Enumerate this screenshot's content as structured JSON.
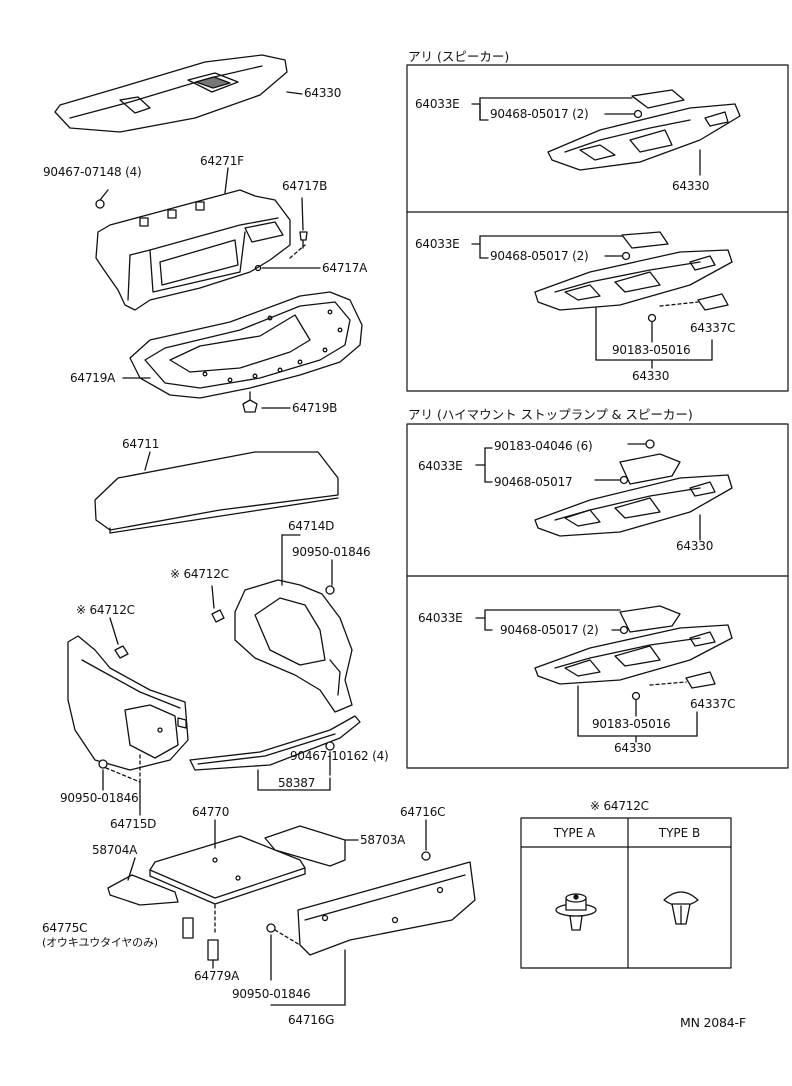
{
  "left": {
    "p64330": "64330",
    "p90467_07148": "90467-07148 (4)",
    "p64271F": "64271F",
    "p64717B": "64717B",
    "p64717A": "64717A",
    "p64719A": "64719A",
    "p64719B": "64719B",
    "p64711": "64711",
    "p64714D": "64714D",
    "p90950_01846_a": "90950-01846",
    "p64712C_a": "※ 64712C",
    "p64712C_b": "※ 64712C",
    "p90950_01846_b": "90950-01846",
    "p64715D": "64715D",
    "p90467_10162": "90467-10162 (4)",
    "p58387": "58387",
    "p64770": "64770",
    "p64716C": "64716C",
    "p58704A": "58704A",
    "p58703A": "58703A",
    "p64775C": "64775C",
    "p64775C_note": "(オウキユウタイヤのみ)",
    "p64779A": "64779A",
    "p90950_01846_c": "90950-01846",
    "p64716G": "64716G"
  },
  "right": {
    "header1": "アリ (スピーカー)",
    "header2": "アリ (ハイマウント ストップランプ & スピーカー)",
    "b1": {
      "p64033E": "64033E",
      "p90468": "90468-05017 (2)",
      "p64330": "64330"
    },
    "b2": {
      "p64033E": "64033E",
      "p90468": "90468-05017 (2)",
      "p64337C": "64337C",
      "p90183": "90183-05016",
      "p64330": "64330"
    },
    "b3": {
      "p90183_04046": "90183-04046 (6)",
      "p64033E": "64033E",
      "p90468": "90468-05017",
      "p64330": "64330"
    },
    "b4": {
      "p64033E": "64033E",
      "p90468": "90468-05017 (2)",
      "p64337C": "64337C",
      "p90183": "90183-05016",
      "p64330": "64330"
    }
  },
  "types": {
    "title": "※ 64712C",
    "typeA": "TYPE A",
    "typeB": "TYPE B"
  },
  "footer": "MN 2084-F"
}
